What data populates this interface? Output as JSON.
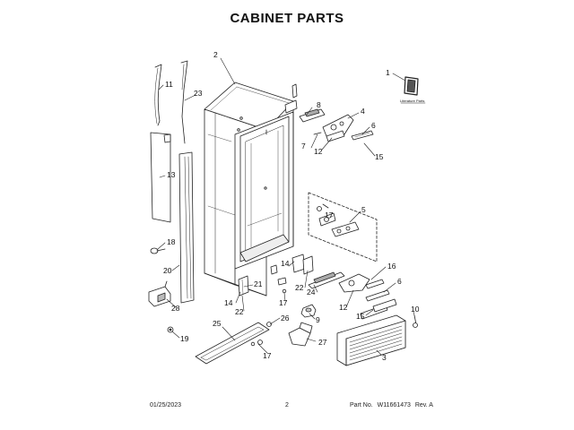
{
  "page": {
    "title": "CABINET PARTS"
  },
  "diagram": {
    "callouts": [
      "1",
      "2",
      "3",
      "4",
      "5",
      "6",
      "6",
      "7",
      "8",
      "9",
      "10",
      "11",
      "12",
      "12",
      "13",
      "14",
      "14",
      "15",
      "15",
      "16",
      "17",
      "17",
      "17",
      "18",
      "19",
      "20",
      "21",
      "22",
      "22",
      "23",
      "24",
      "25",
      "26",
      "27",
      "28"
    ],
    "literature_tag": "Literature Parts"
  },
  "footer": {
    "date": "01/25/2023",
    "page_number": "2",
    "part_no_label": "Part No.",
    "part_no": "W11661473",
    "rev": "Rev. A"
  }
}
